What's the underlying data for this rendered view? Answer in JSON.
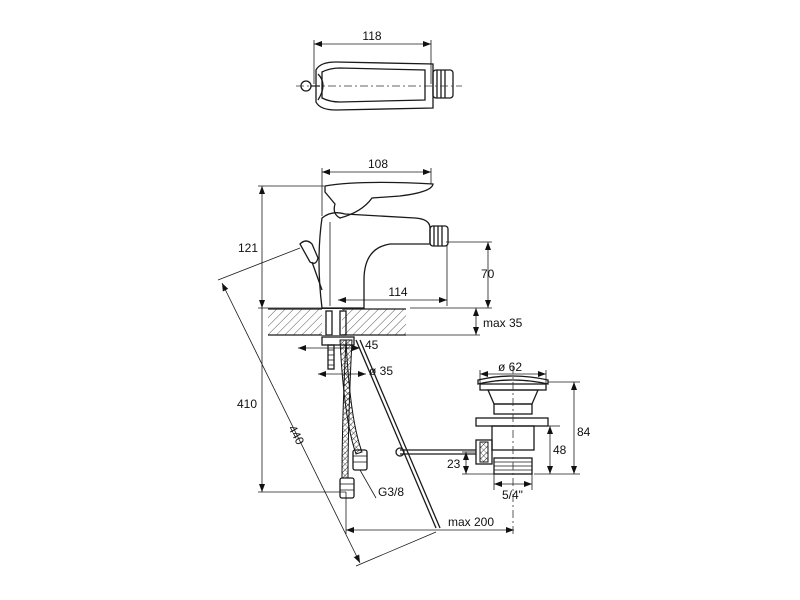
{
  "dimensions": {
    "top_width": "118",
    "body_width": "108",
    "height_above": "121",
    "spout_height": "70",
    "spout_reach": "114",
    "max_deck": "max 35",
    "shank": "45",
    "shank_diameter": "ø 35",
    "total_height": "410",
    "pull_rod": "440",
    "waste_diameter": "ø 62",
    "waste_total": "84",
    "waste_body": "48",
    "waste_offset": "23",
    "thread": "5/4\"",
    "hose_thread": "G3/8",
    "max_reach": "max 200"
  },
  "colors": {
    "line": "#1a1a1a",
    "hatch": "#555555"
  }
}
